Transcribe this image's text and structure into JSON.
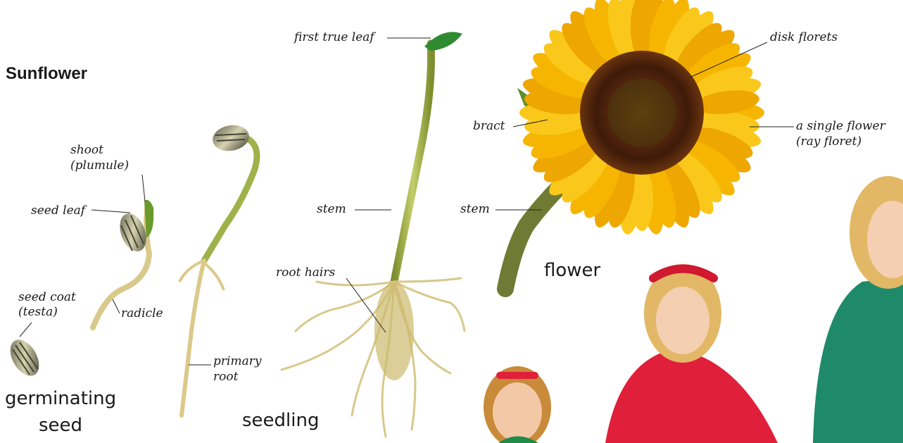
{
  "title": "Sunflower",
  "labels": {
    "shoot_1": "shoot",
    "shoot_2": "(plumule)",
    "seed_leaf": "seed leaf",
    "seed_coat_1": "seed coat",
    "seed_coat_2": "(testa)",
    "radicle": "radicle",
    "primary_root_1": "primary",
    "primary_root_2": "root",
    "first_true_leaf": "first true leaf",
    "stem_seedling": "stem",
    "root_hairs": "root hairs",
    "bract": "bract",
    "stem_flower": "stem",
    "disk_florets": "disk florets",
    "single_flower_1": "a single flower",
    "single_flower_2": "(ray floret)"
  },
  "captions": {
    "germinating_1": "germinating",
    "germinating_2": "seed",
    "seedling": "seedling",
    "flower": "flower"
  },
  "colors": {
    "stem_green": "#9fb24a",
    "leaf_green": "#2f8a32",
    "seed_gray": "#6b6b5a",
    "root_tan": "#d8c98a",
    "petal_yellow": "#f6b500",
    "disk_brown": "#5a2a10",
    "red_shirt": "#e0203a",
    "green_shirt": "#1f8a6a",
    "hair_blond": "#e2b866"
  }
}
